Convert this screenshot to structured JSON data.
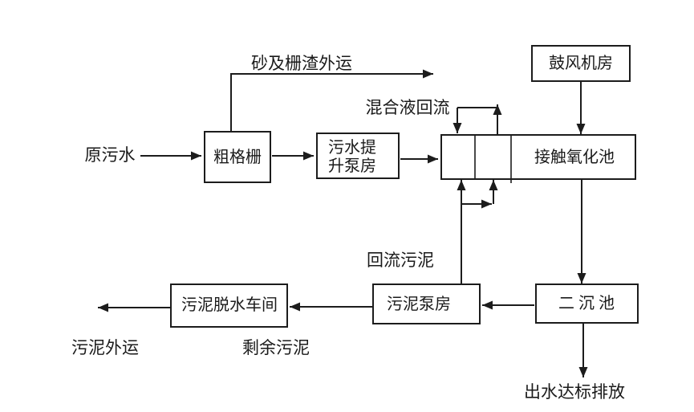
{
  "nodes": {
    "raw_sewage": "原污水",
    "coarse_screen": "粗格栅",
    "lift_pump_line1": "污水提",
    "lift_pump_line2": "升泵房",
    "blower_room": "鼓风机房",
    "oxidation_tank": "接触氧化池",
    "secondary_clarifier": "二 沉 池",
    "sludge_pump": "污泥泵房",
    "dewatering_workshop": "污泥脱水车间"
  },
  "flow_labels": {
    "sand_residue_out": "砂及栅渣外运",
    "mixed_liquor_reflux": "混合液回流",
    "return_sludge": "回流污泥",
    "sludge_out": "污泥外运",
    "surplus_sludge": "剩余污泥",
    "effluent_discharge": "出水达标排放"
  },
  "colors": {
    "line": "#1c1c1c",
    "text": "#1a1a1a",
    "background": "#ffffff"
  }
}
